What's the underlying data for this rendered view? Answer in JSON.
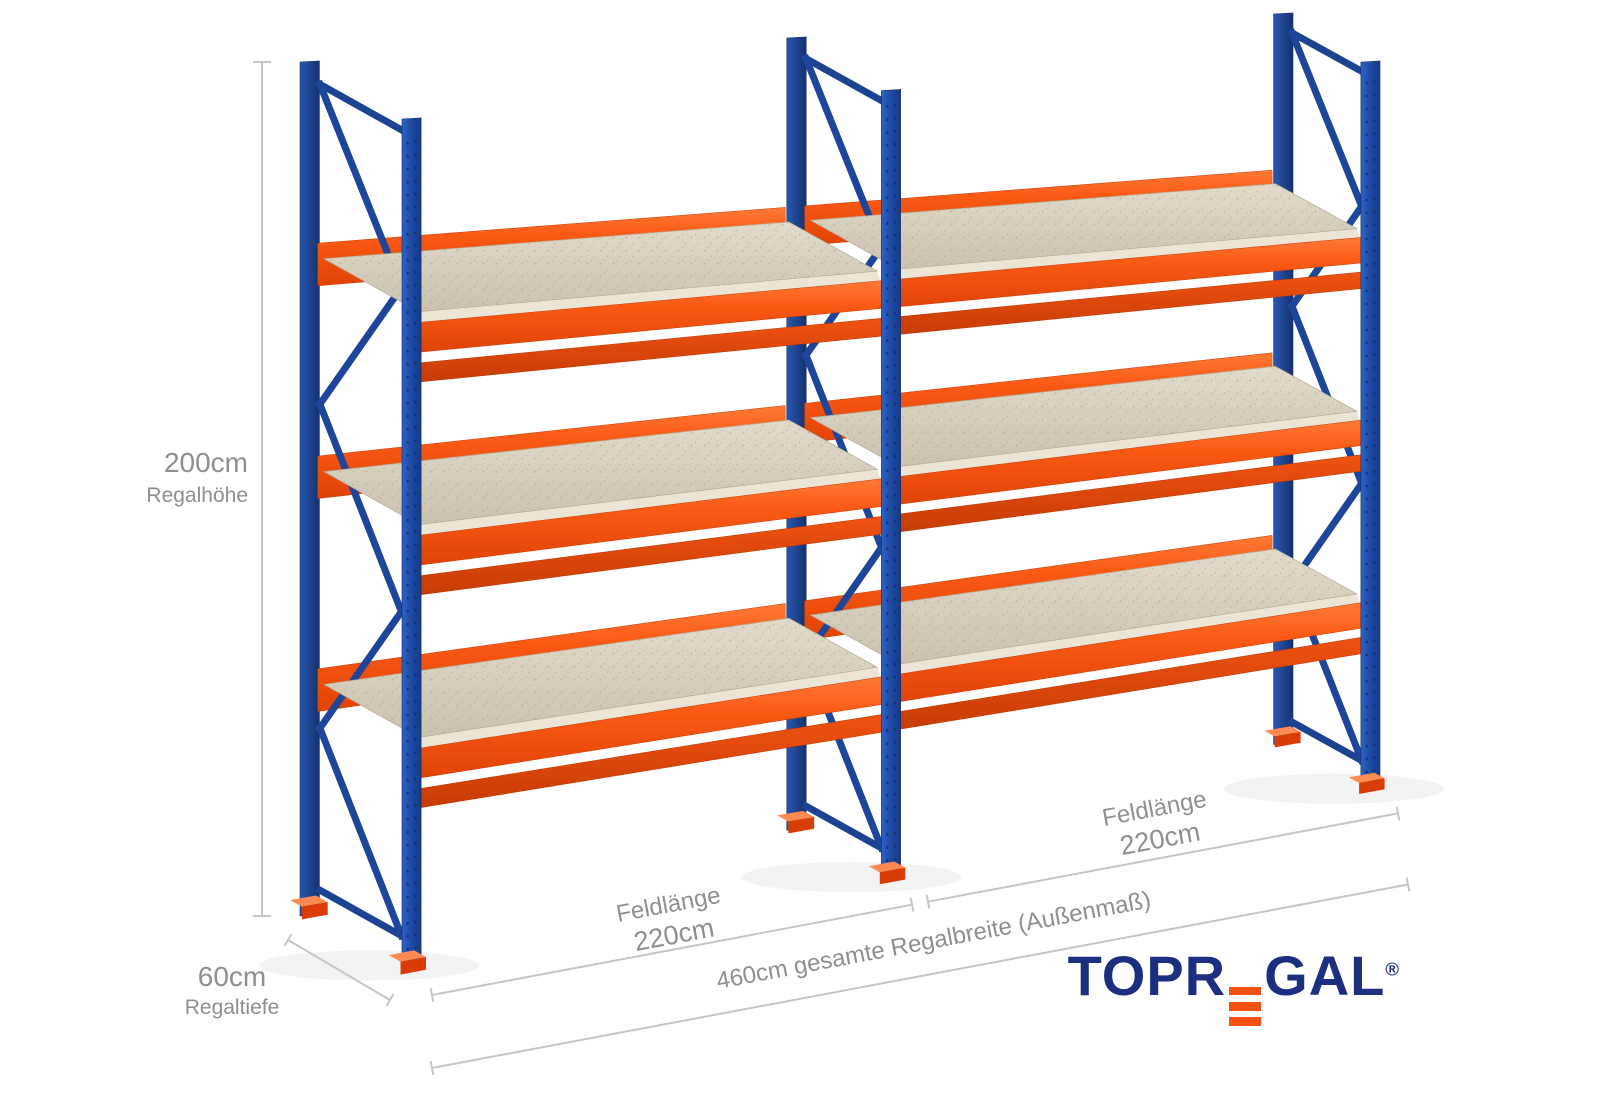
{
  "illustration": {
    "rack": {
      "bay_count": 2,
      "shelf_levels": 3,
      "colors": {
        "upright_blue": "#1e4aa4",
        "upright_blue_dark": "#14316e",
        "beam_orange": "#f95211",
        "beam_orange_dark": "#d93d05",
        "deck_tan": "#d9d2c0",
        "deck_tan_dark": "#c9c0ac"
      }
    }
  },
  "annotation": {
    "text_color": "#8f8f8f",
    "line_color": "#c6c6c6"
  },
  "dimensions": {
    "height": {
      "value": "200cm",
      "label": "Regalhöhe"
    },
    "depth": {
      "value": "60cm",
      "label": "Regaltiefe"
    },
    "bay1": {
      "label": "Feldlänge",
      "value": "220cm"
    },
    "bay2": {
      "label": "Feldlänge",
      "value": "220cm"
    },
    "total_width": {
      "label": "460cm gesamte Regalbreite (Außenmaß)"
    }
  },
  "logo": {
    "part1": "TOPR",
    "part2": "GAL",
    "registered": "®",
    "color_navy": "#1b2e7f",
    "color_orange": "#f4500f"
  }
}
